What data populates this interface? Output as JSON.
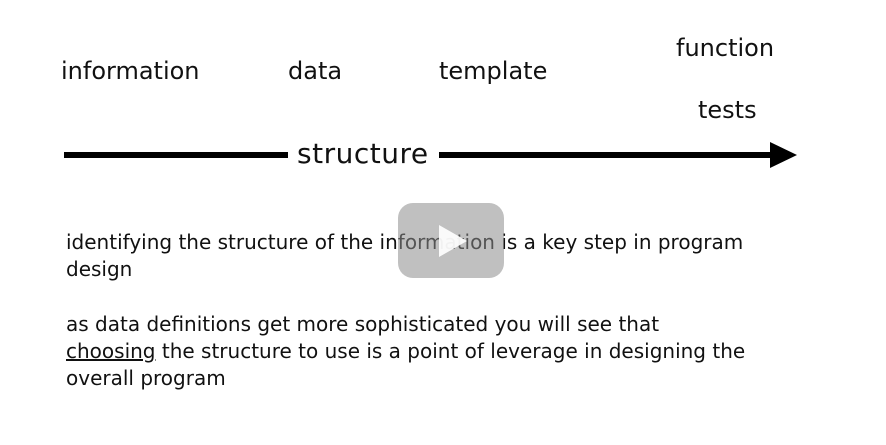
{
  "slide": {
    "top_words": {
      "information": "information",
      "data": "data",
      "template": "template",
      "function": "function",
      "tests": "tests"
    },
    "arrow_label": "structure",
    "paragraph_1": "identifying the structure of the information is a key step in program design",
    "paragraph_2": {
      "line_1": "as data definitions get more sophisticated you will see that",
      "underlined_word": "choosing",
      "rest": " the structure to use is a point of leverage in designing the overall program"
    }
  },
  "player": {
    "play_icon": "play-icon",
    "overlay_color": "#8c8c8c"
  }
}
